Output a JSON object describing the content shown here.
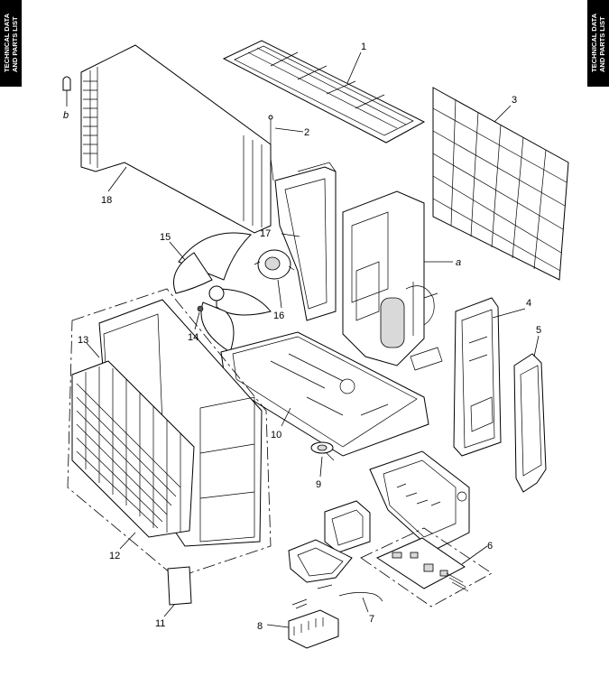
{
  "side_tabs": {
    "left": [
      "TECHNICAL DATA",
      "AND PARTS LIST"
    ],
    "right": [
      "TECHNICAL DATA",
      "AND PARTS LIST"
    ]
  },
  "callouts": {
    "c1": "1",
    "c2": "2",
    "c3": "3",
    "c4": "4",
    "c5": "5",
    "c6": "6",
    "c7": "7",
    "c8": "8",
    "c9": "9",
    "c10": "10",
    "c11": "11",
    "c12": "12",
    "c13": "13",
    "c14": "14",
    "c15": "15",
    "c16": "16",
    "c17": "17",
    "c18": "18",
    "ca": "a",
    "cb": "b"
  }
}
